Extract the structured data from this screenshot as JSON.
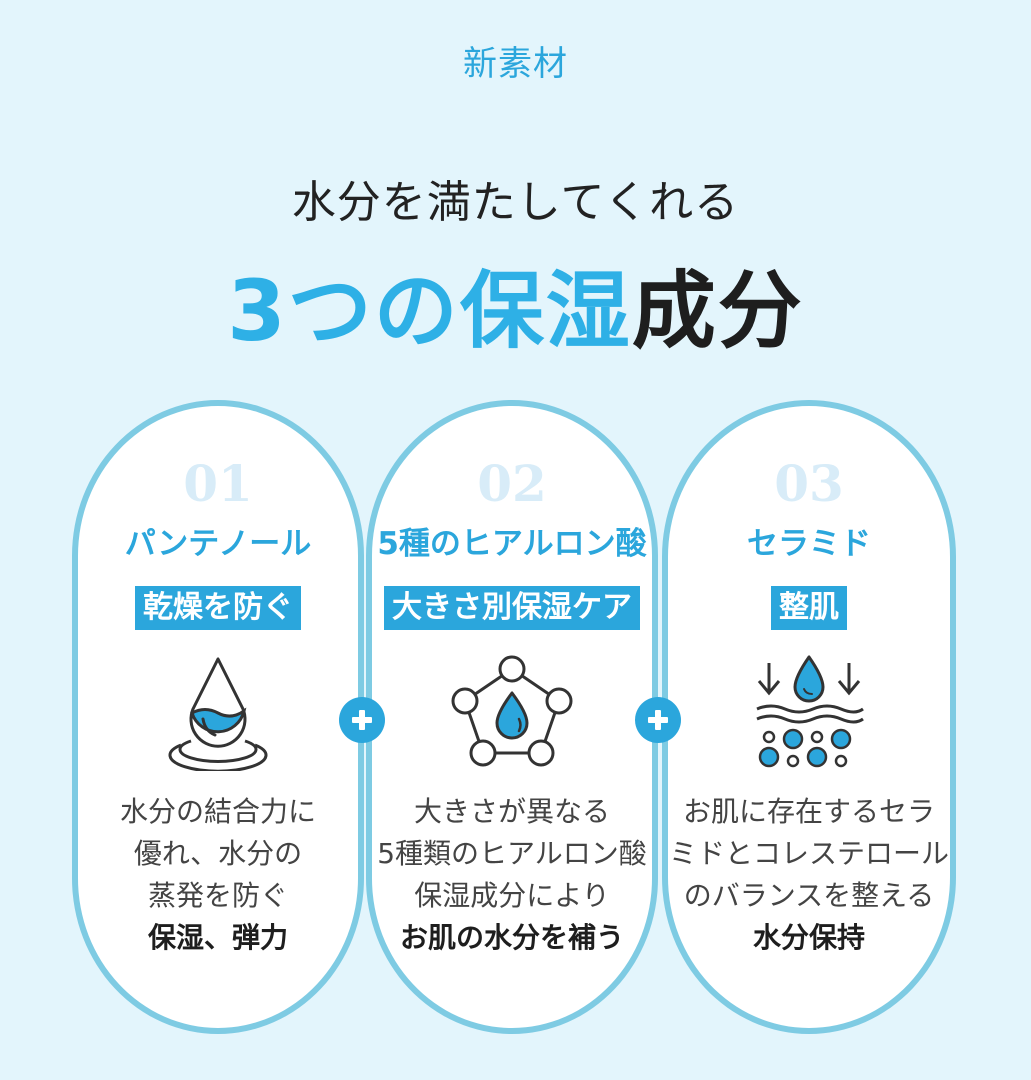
{
  "header": {
    "eyebrow": "新素材",
    "subhead": "水分を満たしてくれる",
    "headline_blue": "3つの保湿",
    "headline_dark": "成分"
  },
  "colors": {
    "accent": "#2ba6dc",
    "border": "#7ecbe3",
    "background": "#e3f5fc",
    "number": "#d8ecf8",
    "text": "#444444"
  },
  "cards": [
    {
      "number": "01",
      "name": "パンテノール",
      "tag": "乾燥を防ぐ",
      "icon": "water-drop-ripple-icon",
      "lines": [
        "水分の結合力に",
        "優れ、水分の",
        "蒸発を防ぐ"
      ],
      "bold": "保湿、弾力"
    },
    {
      "number": "02",
      "name": "5種のヒアルロン酸",
      "tag": "大きさ別保湿ケア",
      "icon": "molecule-drop-icon",
      "lines": [
        "大きさが異なる",
        "5種類のヒアルロン酸",
        "保湿成分により"
      ],
      "bold": "お肌の水分を補う"
    },
    {
      "number": "03",
      "name": "セラミド",
      "tag": "整肌",
      "icon": "skin-barrier-drop-icon",
      "lines": [
        "お肌に存在するセラ",
        "ミドとコレステロール",
        "のバランスを整える"
      ],
      "bold": "水分保持"
    }
  ],
  "connectors": [
    "plus-icon",
    "plus-icon"
  ]
}
